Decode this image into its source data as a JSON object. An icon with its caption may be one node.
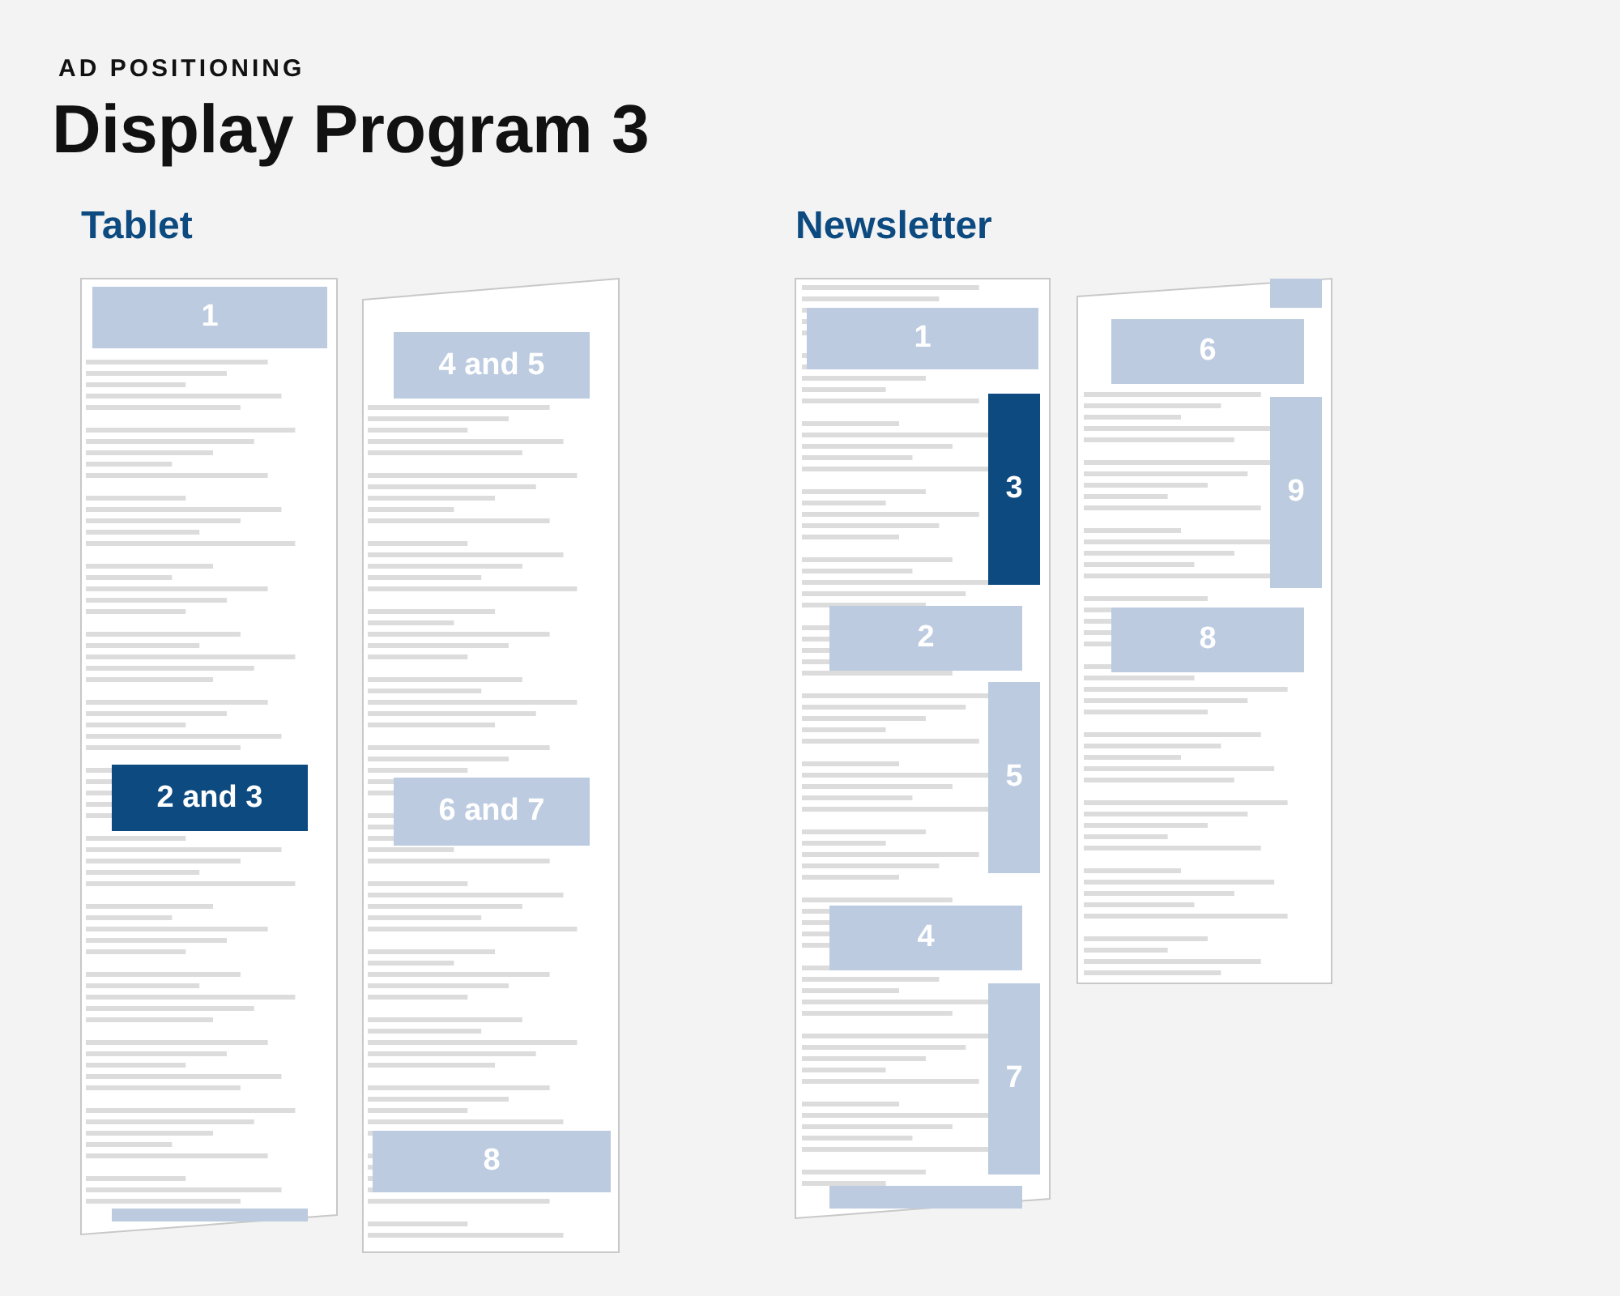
{
  "diagram": {
    "title": "Display Program 3",
    "nodes": [
      {
        "text": [
          "1"
        ]
      },
      {
        "text": [
          "2 and 3"
        ]
      },
      {
        "text": [],
        "shape": "box"
      },
      {
        "text": [
          "4 and 5"
        ]
      },
      {
        "text": [
          "6 and 7"
        ]
      },
      {
        "text": [
          "8"
        ]
      },
      {
        "text": [
          "1"
        ]
      },
      {
        "text": [
          "3"
        ]
      },
      {
        "text": [
          "2"
        ]
      },
      {
        "text": [
          "5"
        ]
      },
      {
        "text": [
          "4"
        ]
      },
      {
        "text": [
          "7"
        ]
      },
      {
        "text": [],
        "shape": "box"
      },
      {
        "text": [],
        "shape": "box"
      },
      {
        "text": [
          "6"
        ]
      },
      {
        "text": [
          "9"
        ]
      },
      {
        "text": [
          "8"
        ]
      }
    ],
    "edges": [],
    "labels": [
      "AD POSITIONING",
      "Tablet",
      "Newsletter"
    ]
  }
}
